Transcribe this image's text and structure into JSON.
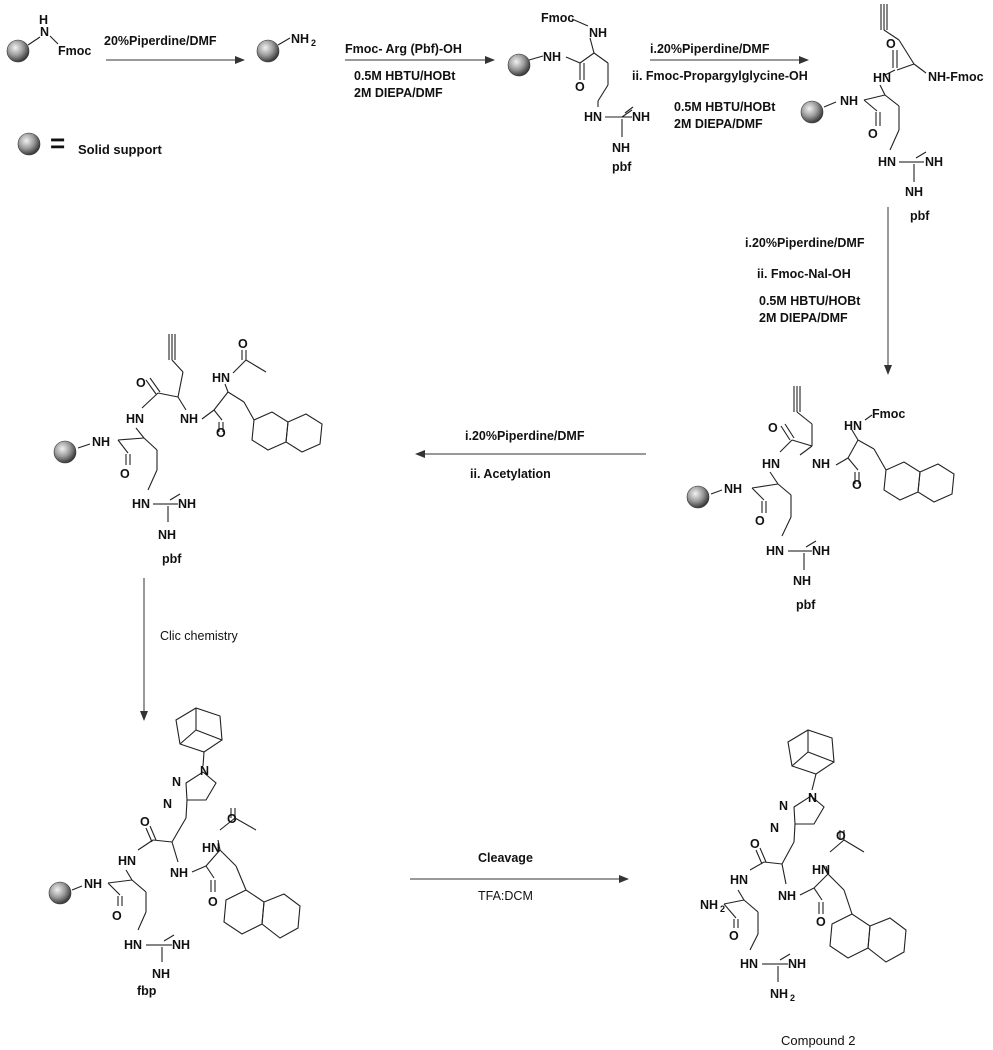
{
  "legend": {
    "label": "Solid support",
    "equals": "="
  },
  "steps": [
    {
      "id": "s1",
      "above": "20%Piperdine/DMF"
    },
    {
      "id": "s2",
      "above": "Fmoc- Arg (Pbf)-OH",
      "below1": "0.5M HBTU/HOBt",
      "below2": "2M DIEPA/DMF"
    },
    {
      "id": "s3",
      "above": "i.20%Piperdine/DMF",
      "line2": "ii. Fmoc-Propargylglycine-OH",
      "line3": "0.5M HBTU/HOBt",
      "line4": "2M DIEPA/DMF"
    },
    {
      "id": "s4",
      "line1": "i.20%Piperdine/DMF",
      "line2": "ii. Fmoc-Nal-OH",
      "line3": "0.5M HBTU/HOBt",
      "line4": "2M DIEPA/DMF"
    },
    {
      "id": "s5",
      "line1": "i.20%Piperdine/DMF",
      "line2": "ii. Acetylation"
    },
    {
      "id": "s6",
      "line1": "Clic chemistry"
    },
    {
      "id": "s7",
      "above": "Cleavage",
      "below": "TFA:DCM"
    }
  ],
  "atoms": {
    "nh": "NH",
    "n": "N",
    "hn": "HN",
    "h": "H",
    "fmoc": "Fmoc",
    "nh2": "NH",
    "two": "2",
    "o": "O",
    "pbf": "pbf",
    "fbp": "fbp",
    "nhfmoc": "NH-Fmoc",
    "hnfmoc": "HN",
    "fmoc2": "Fmoc"
  },
  "product_label": "Compound 2"
}
